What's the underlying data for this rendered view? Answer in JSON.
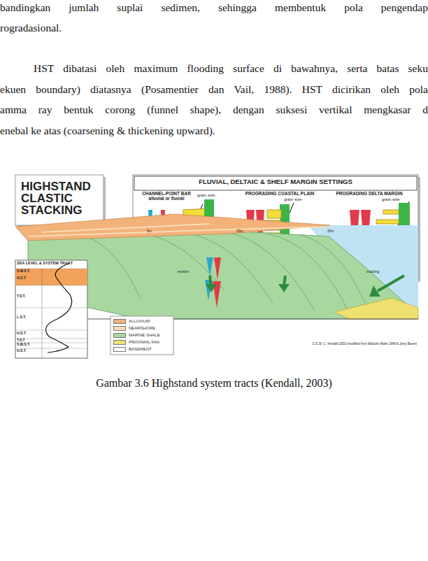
{
  "diagram": {
    "caption": "Gambar 3.6  Highstand system tracts (Kendall, 2003)",
    "nodes": [
      {
        "text": [
          "HIGHSTAND CLASTIC STACKING"
        ]
      },
      {
        "text": [
          "FLUVIAL, DELTAIC & SHELF MARGIN SETTINGS"
        ]
      },
      {
        "text": [
          "CHANNEL-POINT BAR alluvial or fluvial",
          "grain size",
          "5m",
          "erosion"
        ],
        "in": 1
      },
      {
        "text": [
          "PROGRADING COASTAL PLAIN",
          "grain size",
          "25m"
        ],
        "in": 1
      },
      {
        "text": [
          "PROGRADING DELTA MARGIN",
          "grain size",
          "25m",
          "stacking"
        ],
        "in": 1
      },
      {
        "text": [
          "SEA LEVEL & SYSTEM TRACT"
        ]
      }
    ],
    "labels": [
      "bandingkan jumlah suplai sedimen, sehingga membentuk pola pengendap",
      "rogradasional.",
      "HST dibatasi oleh maximum flooding surface di bawahnya, serta batas seku",
      "ekuen boundary) diatasnya  (Posamentier dan Vail, 1988). HST dicirikan oleh pola",
      "amma ray bentuk corong (funnel shape), dengan suksesi vertikal mengkasar d",
      "enebal ke atas (coarsening & thickening upward).",
      "S.M.S.T.",
      "H.S.T.",
      "T.S.T.",
      "L.S.T.",
      "H.S.T.",
      "T.S.T",
      "S.M.S.T.",
      "H.S.T.",
      "C.G.St. C. Kendall 2003 (modified from Malcolm Rider 1999 & Jerry Bauer)"
    ],
    "legend": [
      {
        "text": "ALLUVIUM",
        "color": "#f2b27a"
      },
      {
        "text": "NEARSHORE",
        "color": "#f8dcb6"
      },
      {
        "text": "MARINE SHALE",
        "color": "#a8d8a0"
      },
      {
        "text": "PROXIMAL FAN",
        "color": "#f0e070"
      },
      {
        "text": "BASEMENT",
        "color": "#ffffff"
      }
    ]
  }
}
